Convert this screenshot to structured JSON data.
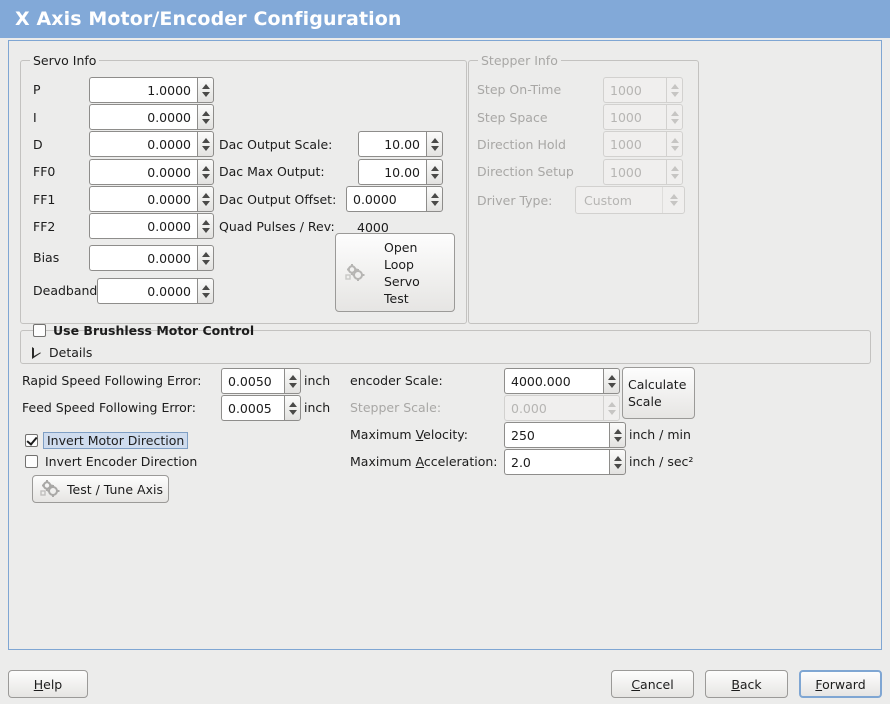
{
  "window": {
    "title": "X Axis Motor/Encoder Configuration",
    "title_bg": "#82a9d8",
    "content_border": "#7fa6d3",
    "bg": "#ececeb"
  },
  "servo_info": {
    "legend": "Servo Info",
    "rows": [
      {
        "label": "P",
        "value": "1.0000"
      },
      {
        "label": "I",
        "value": "0.0000"
      },
      {
        "label": "D",
        "value": "0.0000"
      },
      {
        "label": "FF0",
        "value": "0.0000"
      },
      {
        "label": "FF1",
        "value": "0.0000"
      },
      {
        "label": "FF2",
        "value": "0.0000"
      },
      {
        "label": "Bias",
        "value": "0.0000"
      },
      {
        "label": "Deadband",
        "value": "0.0000"
      }
    ],
    "dac": [
      {
        "label": "Dac Output Scale:",
        "value": "10.00"
      },
      {
        "label": "Dac Max Output:",
        "value": "10.00"
      },
      {
        "label": "Dac Output Offset:",
        "value": "0.0000"
      }
    ],
    "quad_pulses_label": "Quad Pulses / Rev:",
    "quad_pulses_value": "4000",
    "open_loop_button": "Open\nLoop\nServo\nTest",
    "open_loop_lines": [
      "Open",
      "Loop",
      "Servo",
      "Test"
    ],
    "open_loop_icon": "gears-icon"
  },
  "stepper_info": {
    "legend": "Stepper Info",
    "disabled": true,
    "rows": [
      {
        "label": "Step On-Time",
        "value": "1000"
      },
      {
        "label": "Step Space",
        "value": "1000"
      },
      {
        "label": "Direction Hold",
        "value": "1000"
      },
      {
        "label": "Direction Setup",
        "value": "1000"
      }
    ],
    "driver_type_label": "Driver Type:",
    "driver_type_value": "Custom"
  },
  "brushless": {
    "checkbox_label": "Use Brushless Motor Control",
    "checked": false,
    "details_label": "Details",
    "details_expanded": false
  },
  "following_error": {
    "rapid_label": "Rapid Speed Following Error:",
    "rapid_value": "0.0050",
    "rapid_unit": "inch",
    "feed_label": "Feed Speed Following Error:",
    "feed_value": "0.0005",
    "feed_unit": "inch"
  },
  "inverts": {
    "motor_label": "Invert Motor Direction",
    "motor_checked": true,
    "motor_focused": true,
    "encoder_label": "Invert Encoder Direction",
    "encoder_checked": false
  },
  "test_tune": {
    "label": "Test / Tune Axis",
    "icon": "gears-icon"
  },
  "scales": {
    "encoder_label": "encoder Scale:",
    "encoder_value": "4000.000",
    "stepper_label": "Stepper Scale:",
    "stepper_value": "0.000",
    "stepper_disabled": true,
    "calculate_lines": [
      "Calculate",
      "Scale"
    ],
    "max_velocity_label": "Maximum Velocity:",
    "max_velocity_mnemonic": "V",
    "max_velocity_value": "250",
    "max_velocity_unit": "inch / min",
    "max_accel_label": "Maximum Acceleration:",
    "max_accel_mnemonic": "A",
    "max_accel_value": "2.0",
    "max_accel_unit": "inch / sec²"
  },
  "footer": {
    "help": "Help",
    "help_mnemonic": "H",
    "cancel": "Cancel",
    "cancel_mnemonic": "C",
    "back": "Back",
    "back_mnemonic": "B",
    "forward": "Forward",
    "forward_mnemonic": "F",
    "forward_focused": true
  }
}
